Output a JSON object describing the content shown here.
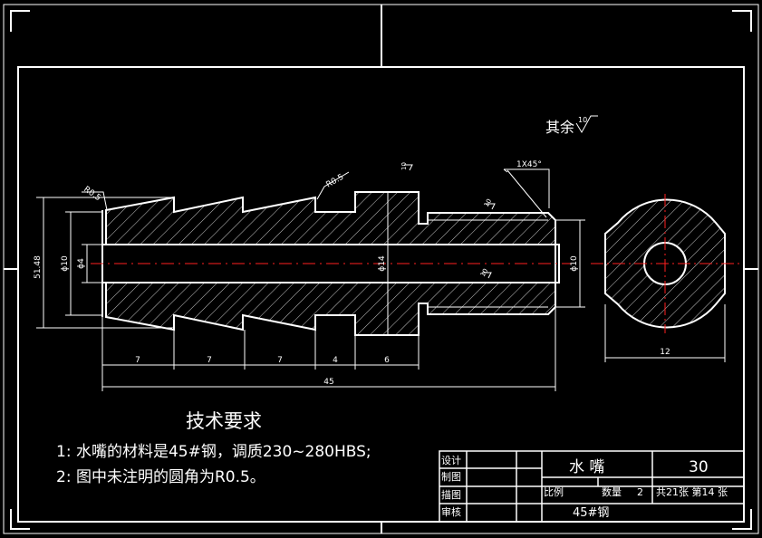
{
  "drawing": {
    "roughness_note": "其余",
    "roughness_value": "10",
    "callouts": {
      "r_left": "R0.5",
      "r_mid": "R0.5",
      "chamfer": "1X45°",
      "surface_top": "10",
      "surface_right_a": "10",
      "surface_right_b": "10"
    },
    "dims": {
      "d_left_outer": "51.48",
      "d_left_mid": "ϕ10",
      "d_bore": "ϕ4",
      "d_center": "ϕ14",
      "d_right": "ϕ10",
      "seg1": "7",
      "seg2": "7",
      "seg3": "7",
      "seg4": "4",
      "seg5": "6",
      "total": "45",
      "section_width": "12"
    }
  },
  "tech_requirements": {
    "heading": "技术要求",
    "line1": "1: 水嘴的材料是45#钢，调质230~280HBS;",
    "line2": "2: 图中未注明的圆角为R0.5。"
  },
  "title_block": {
    "design": "设计",
    "drafting": "制图",
    "tracing": "描图",
    "review": "审核",
    "part_name": "水  嘴",
    "drawing_no": "30",
    "scale_label": "比例",
    "qty_label": "数量",
    "qty_value": "2",
    "sheets": "共21张 第14 张",
    "material": "45#钢"
  },
  "colors": {
    "background": "#000000",
    "lines": "#ffffff",
    "centerline": "#ff2020"
  }
}
